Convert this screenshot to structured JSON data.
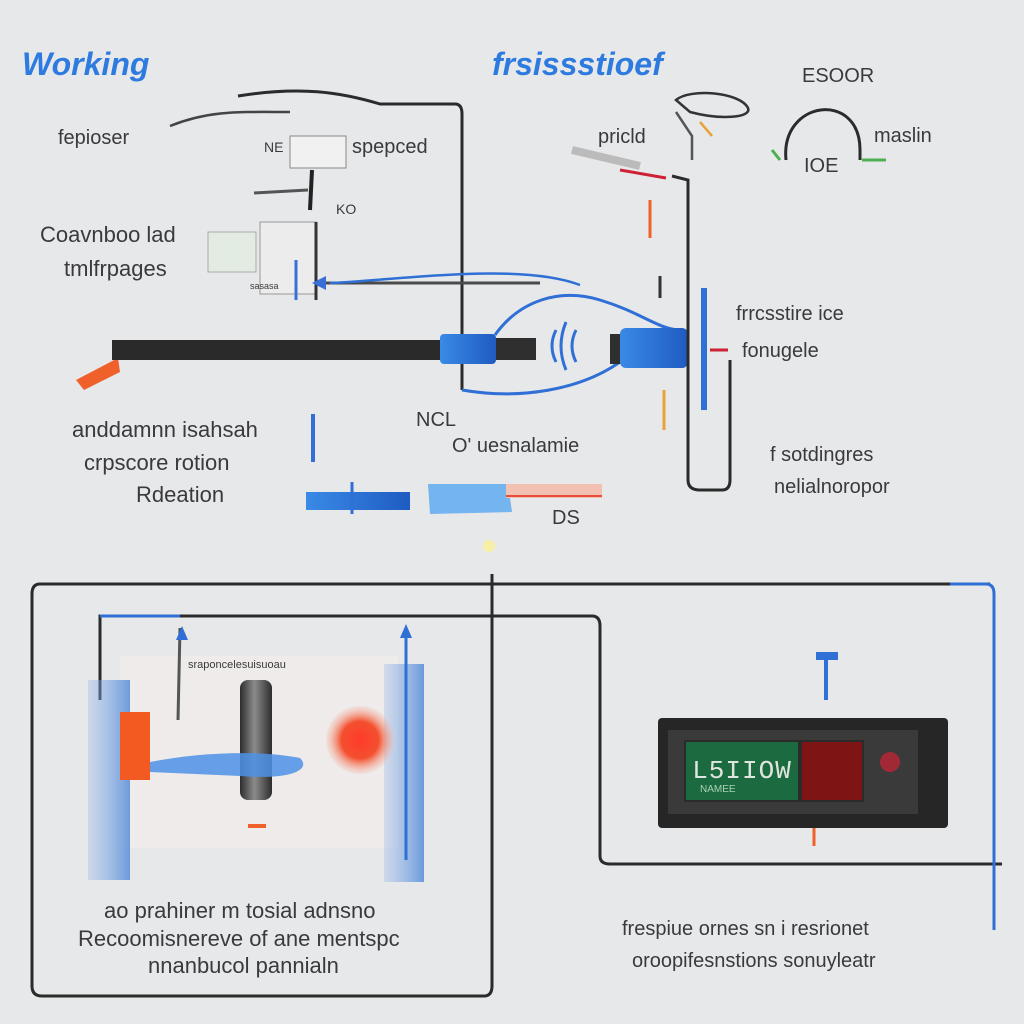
{
  "titles": {
    "left": "Working",
    "right": "frsissstioef"
  },
  "labels": {
    "tl_left": "fepioser",
    "tl_tag": "NE",
    "tl_right": "spepced",
    "ko": "KO",
    "left_mid_1": "Coavnboo lad",
    "left_mid_2": "tmlfrpages",
    "mini_tag": "sasasa",
    "tr_prich": "pricld",
    "tr_esoor": "ESOOR",
    "tr_maslin": "maslin",
    "tr_ioe": "IOE",
    "r_mid_1": "frrcsstire   ice",
    "r_mid_2": "fonugele",
    "ml_1": "anddamnn isahsah",
    "ml_2": "crpscore rotion",
    "ml_3": "Rdeation",
    "ncl": "NCL",
    "o_label": "O'  uesnalamie",
    "ds": "DS",
    "r_low_1": "f sotdingres",
    "r_low_2": "nelialnoropor",
    "bottom_panel_caption": "sraponcelesuisuoau",
    "bl_1": "ao prahiner m tosial adnsno",
    "bl_2": "Recoomisnereve of ane mentspc",
    "bl_3": "nnanbucol pannialn",
    "br_1": "frespiue ornes sn i  resrionet",
    "br_2": "oroopifesnstions sonuyleatr",
    "display_reading": "L5IIOW",
    "display_sub": "NAMEE"
  },
  "colors": {
    "title_blue": "#2e7be0",
    "wire_dark": "#2b2b2b",
    "wire_blue": "#2f6fd6",
    "accent_orange": "#f0602a",
    "display_green": "#1c6a3f",
    "display_red": "#7e1414"
  }
}
